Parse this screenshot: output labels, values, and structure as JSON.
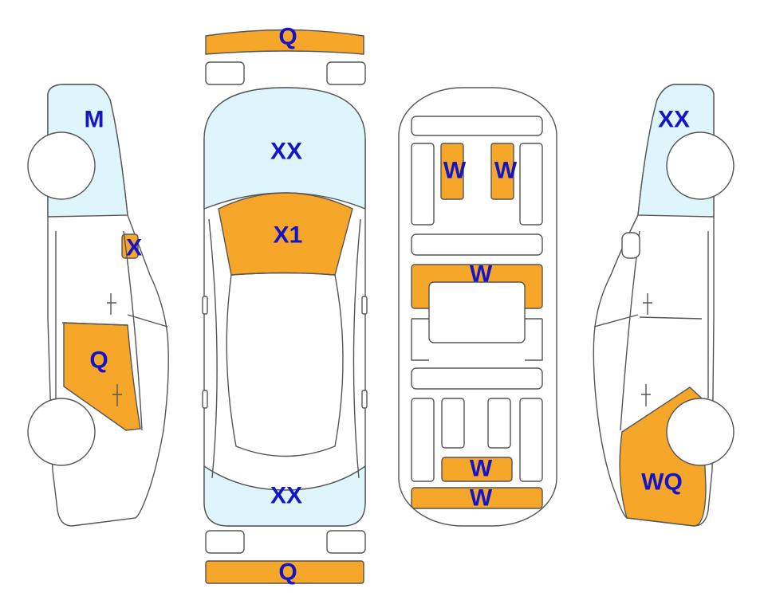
{
  "colors": {
    "damage_fill": "#f6a72a",
    "glass_fill": "#dff5fc",
    "body_fill": "#ffffff",
    "outline": "#555555",
    "label": "#1515c8"
  },
  "labels": {
    "front_bumper": "Q",
    "rear_bumper": "Q",
    "windshield": "XX",
    "hood": "X1",
    "rear_window": "XX",
    "left_rear_glass": "M",
    "left_handle_area": "X",
    "left_front_door": "Q",
    "floor_seat_left": "W",
    "floor_seat_right": "W",
    "floor_middle": "W",
    "floor_rear_1": "W",
    "floor_rear_2": "W",
    "right_glass": "XX",
    "right_front_fender": "WQ"
  }
}
